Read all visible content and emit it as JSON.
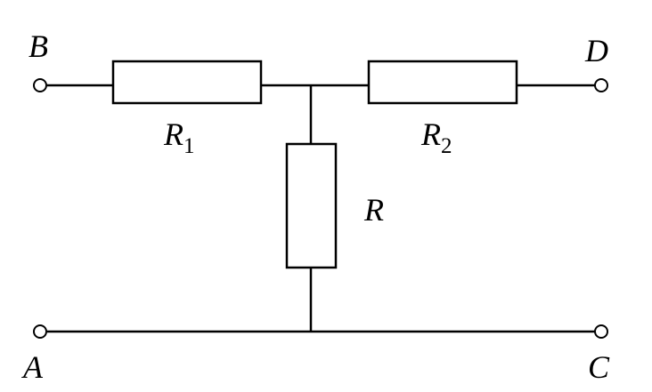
{
  "terminals": {
    "A": "A",
    "B": "B",
    "C": "C",
    "D": "D"
  },
  "resistors": {
    "r1": {
      "symbol": "R",
      "subscript": "1"
    },
    "r2": {
      "symbol": "R",
      "subscript": "2"
    },
    "r": {
      "symbol": "R"
    }
  },
  "colors": {
    "stroke": "#000000",
    "background": "#ffffff"
  }
}
